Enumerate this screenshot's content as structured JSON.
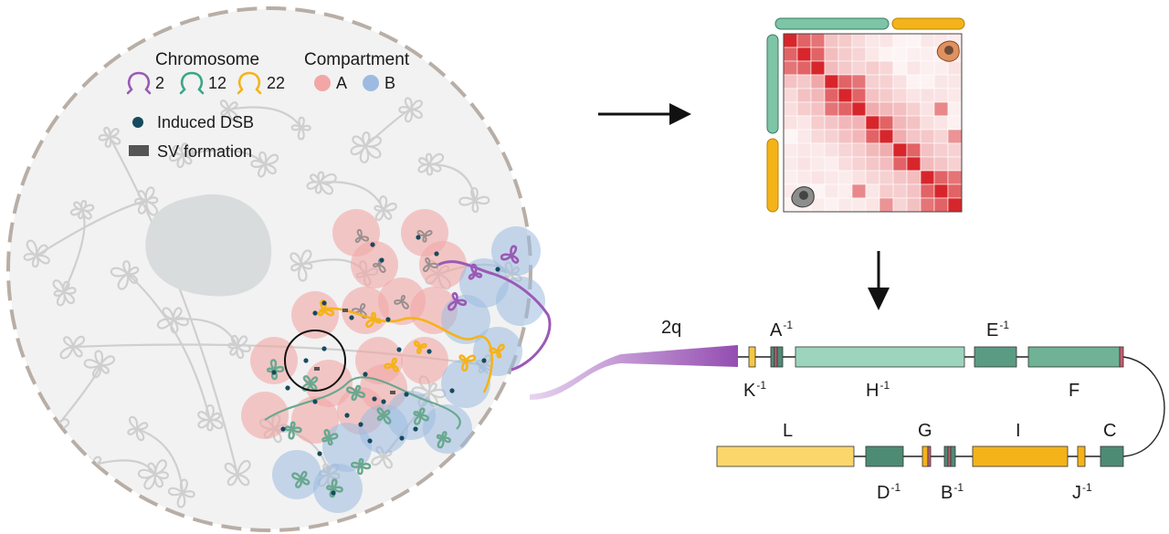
{
  "legend": {
    "chromosome_title": "Chromosome",
    "chromosomes": [
      {
        "label": "2",
        "color": "#9b59b6"
      },
      {
        "label": "12",
        "color": "#3aa687"
      },
      {
        "label": "22",
        "color": "#f5b31a"
      }
    ],
    "compartment_title": "Compartment",
    "compartments": [
      {
        "label": "A",
        "color": "#f2a6a6"
      },
      {
        "label": "B",
        "color": "#9dbbe0"
      }
    ],
    "dsb_label": "Induced DSB",
    "sv_label": "SV formation"
  },
  "colors": {
    "chr2": "#9b59b6",
    "chr12": "#6aa890",
    "chr12_dark": "#4d8b75",
    "chr12_light": "#9dd4bd",
    "chr22": "#f5b31a",
    "chr22_light": "#fbd66b",
    "dsb": "#164a5e",
    "sv": "#555555",
    "compA": "#f2a6a6",
    "compB": "#9dbbe0",
    "nucleus": "#f2f2f2",
    "nucleolus": "#d9dcdd",
    "heat_hi": "#d7262b"
  },
  "segments_top": {
    "label_2q": "2q",
    "labels": [
      {
        "base": "A",
        "sup": "-1"
      },
      {
        "base": "E",
        "sup": "-1"
      },
      {
        "base": "K",
        "sup": "-1"
      },
      {
        "base": "H",
        "sup": "-1"
      },
      {
        "base": "F",
        "sup": ""
      }
    ]
  },
  "segments_bottom": {
    "labels": [
      {
        "base": "L",
        "sup": ""
      },
      {
        "base": "G",
        "sup": ""
      },
      {
        "base": "I",
        "sup": ""
      },
      {
        "base": "C",
        "sup": ""
      },
      {
        "base": "D",
        "sup": "-1"
      },
      {
        "base": "B",
        "sup": "-1"
      },
      {
        "base": "J",
        "sup": "-1"
      }
    ]
  },
  "heatmap": {
    "size": 13,
    "blocks": [
      [
        0,
        2
      ],
      [
        3,
        5
      ],
      [
        6,
        7
      ],
      [
        8,
        9
      ],
      [
        10,
        12
      ]
    ]
  }
}
